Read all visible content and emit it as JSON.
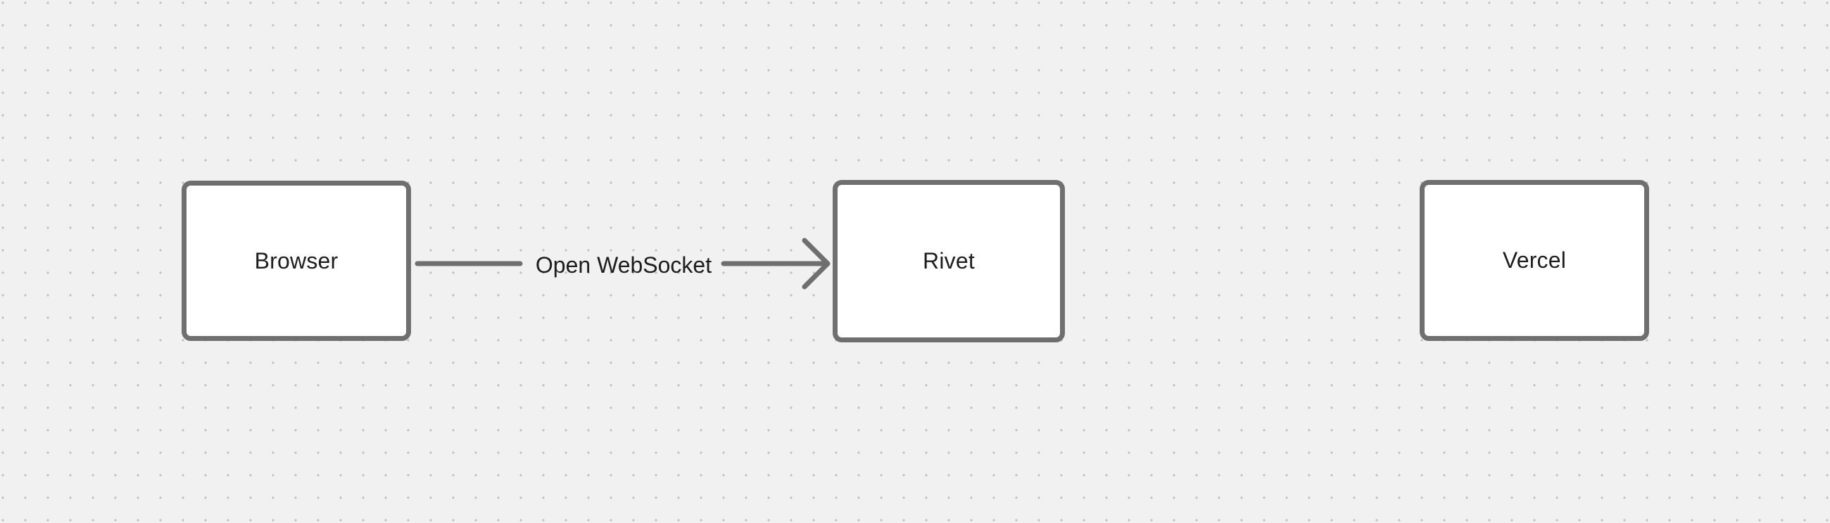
{
  "diagram": {
    "nodes": [
      {
        "id": "browser",
        "label": "Browser"
      },
      {
        "id": "rivet",
        "label": "Rivet"
      },
      {
        "id": "vercel",
        "label": "Vercel"
      }
    ],
    "edges": [
      {
        "from": "browser",
        "to": "rivet",
        "label": "Open WebSocket"
      }
    ]
  },
  "theme": {
    "canvas_background": "#f1f1f1",
    "grid_dot_color": "#c0c0c0",
    "shape_stroke_color": "#6f6f6f",
    "shape_fill_color": "#ffffff",
    "label_text_color": "#1d1d1d"
  }
}
